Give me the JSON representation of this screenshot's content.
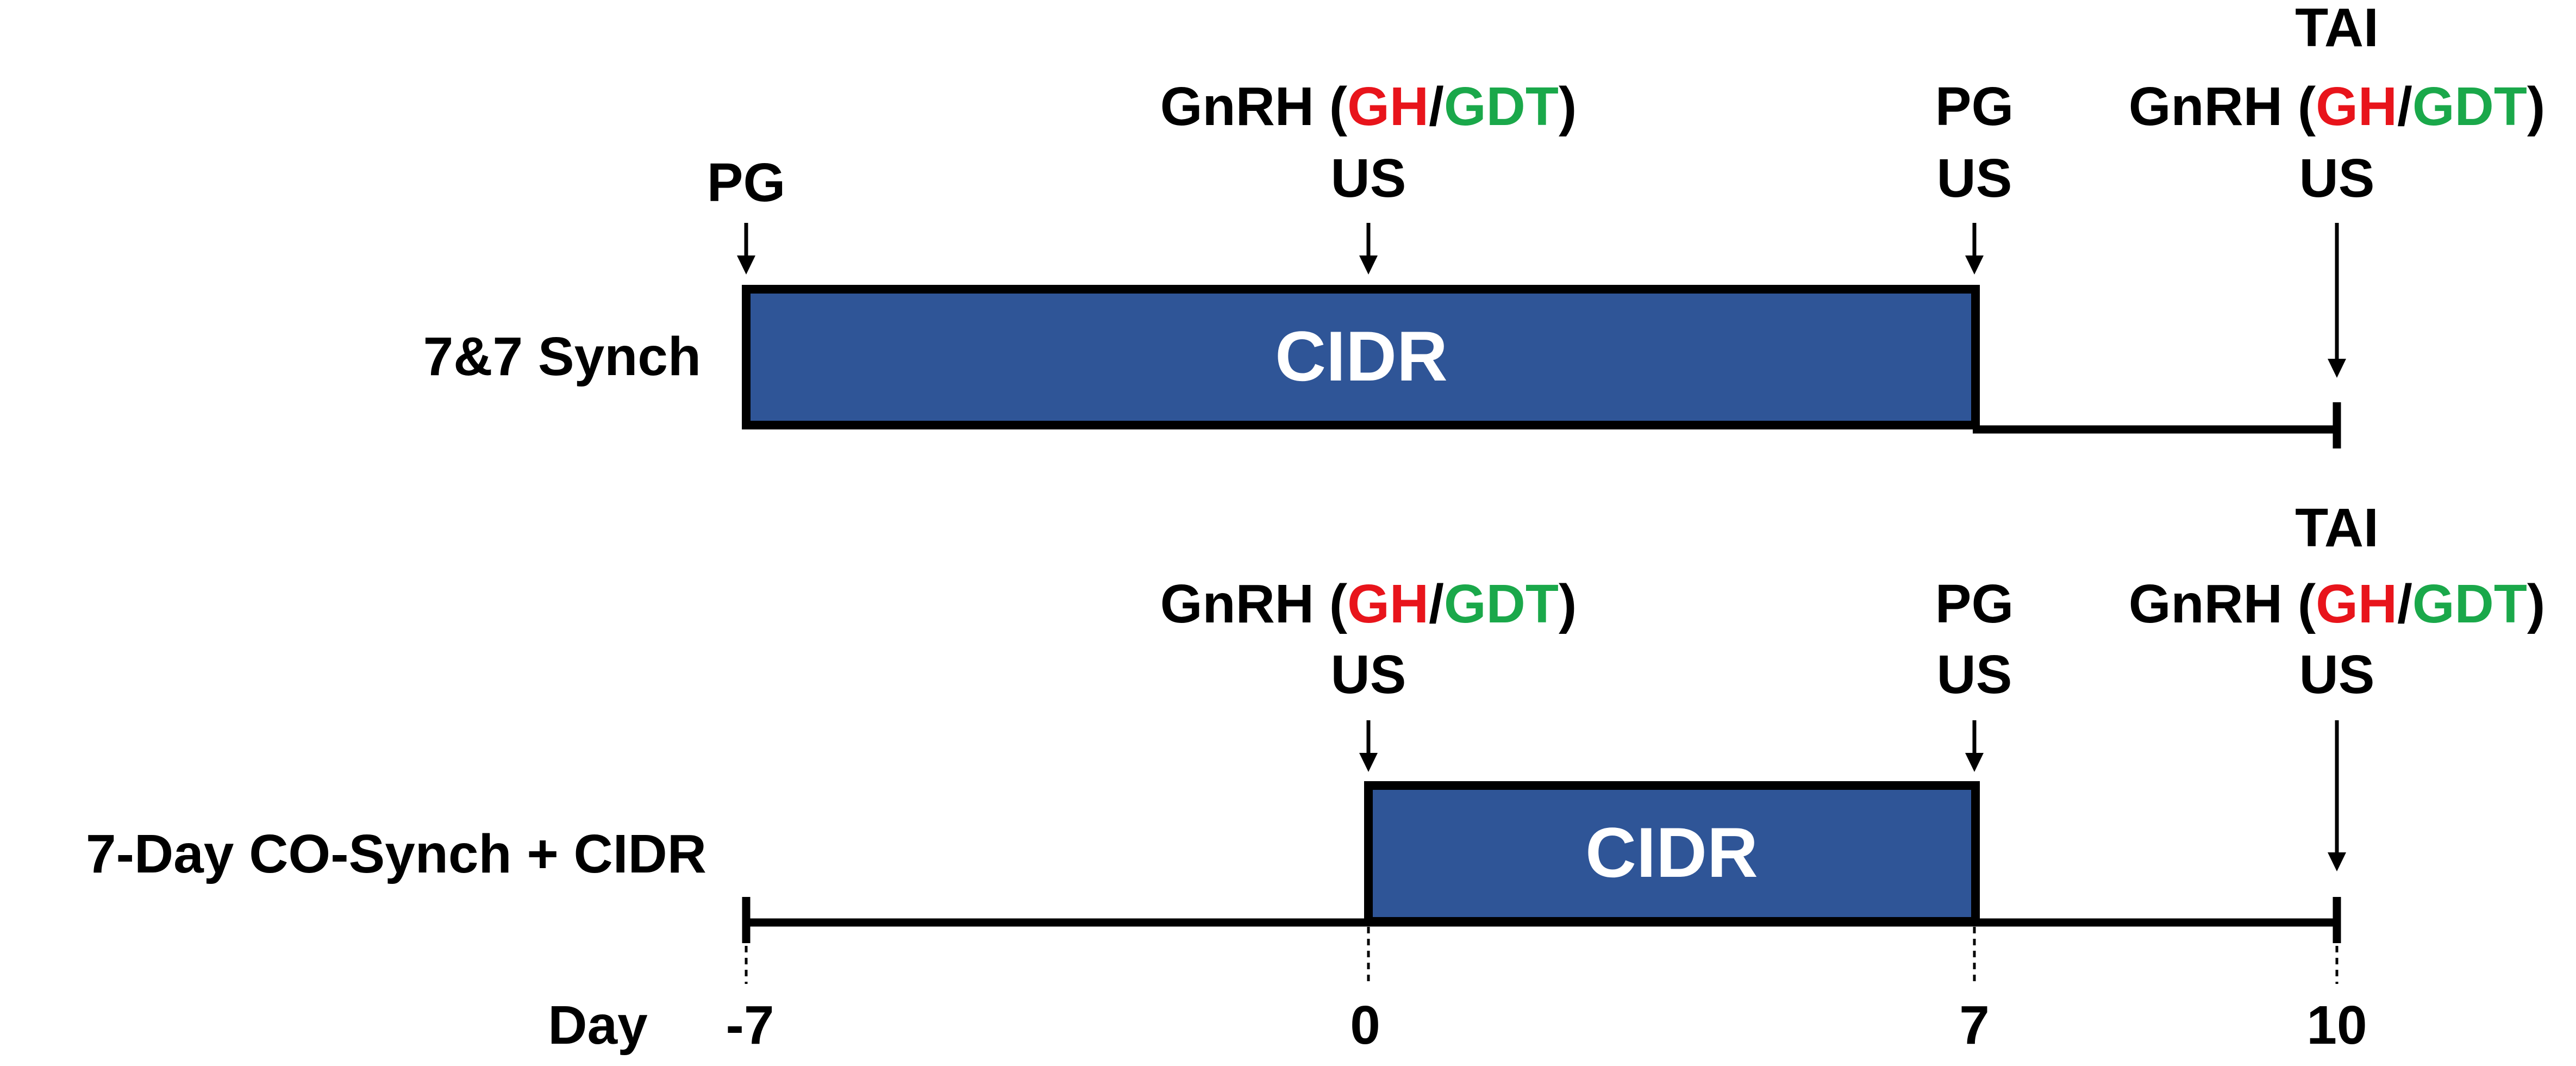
{
  "colors": {
    "bar_fill": "#2f5597",
    "bar_text": "#ffffff",
    "line": "#000000",
    "gh": "#e8141b",
    "gdt": "#1aa84a"
  },
  "protocols": {
    "top": {
      "name": "7&7 Synch",
      "bar_label": "CIDR",
      "events": [
        {
          "lines": [
            "PG"
          ]
        },
        {
          "gnrh": true,
          "lines": [
            "US"
          ]
        },
        {
          "lines": [
            "PG",
            "US"
          ]
        },
        {
          "lines": [
            "TAI"
          ],
          "gnrh": true,
          "lines_after": [
            "US"
          ]
        }
      ]
    },
    "bottom": {
      "name": "7-Day CO-Synch + CIDR",
      "bar_label": "CIDR",
      "events": [
        {
          "gnrh": true,
          "lines": [
            "US"
          ]
        },
        {
          "lines": [
            "PG",
            "US"
          ]
        },
        {
          "lines": [
            "TAI"
          ],
          "gnrh": true,
          "lines_after": [
            "US"
          ]
        }
      ]
    }
  },
  "gnrh_label": {
    "prefix": "GnRH (",
    "gh": "GH",
    "slash": "/",
    "gdt": "GDT",
    "suffix": ")"
  },
  "axis": {
    "label": "Day",
    "ticks": [
      "-7",
      "0",
      "7",
      "10"
    ]
  }
}
